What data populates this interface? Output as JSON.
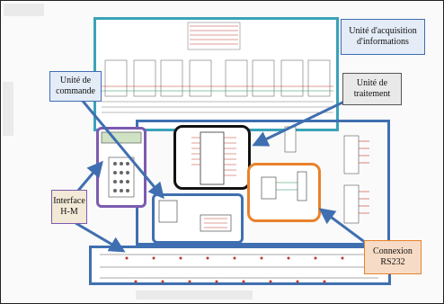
{
  "labels": {
    "acquisition": "Unité d'acquisition\nd'informations",
    "commande": "Unité de\ncommande",
    "traitement": "Unité de\ntraitement",
    "interface": "Interface\nH-M",
    "connexion": "Connexion\nRS232"
  },
  "colors": {
    "acquisition_border": "#3aa3b8",
    "frame_blue": "#3f6fb0",
    "label_fill_blue": "#e4ecf7",
    "traitement_fill": "#e9e9e9",
    "purple": "#7d5bb0",
    "orange": "#e8822c",
    "connexion_fill": "#f6dcc6",
    "interface_fill": "#f2e9d6",
    "black": "#111111",
    "schematic_red": "#c0392b",
    "schematic_green": "#2e8b57"
  }
}
